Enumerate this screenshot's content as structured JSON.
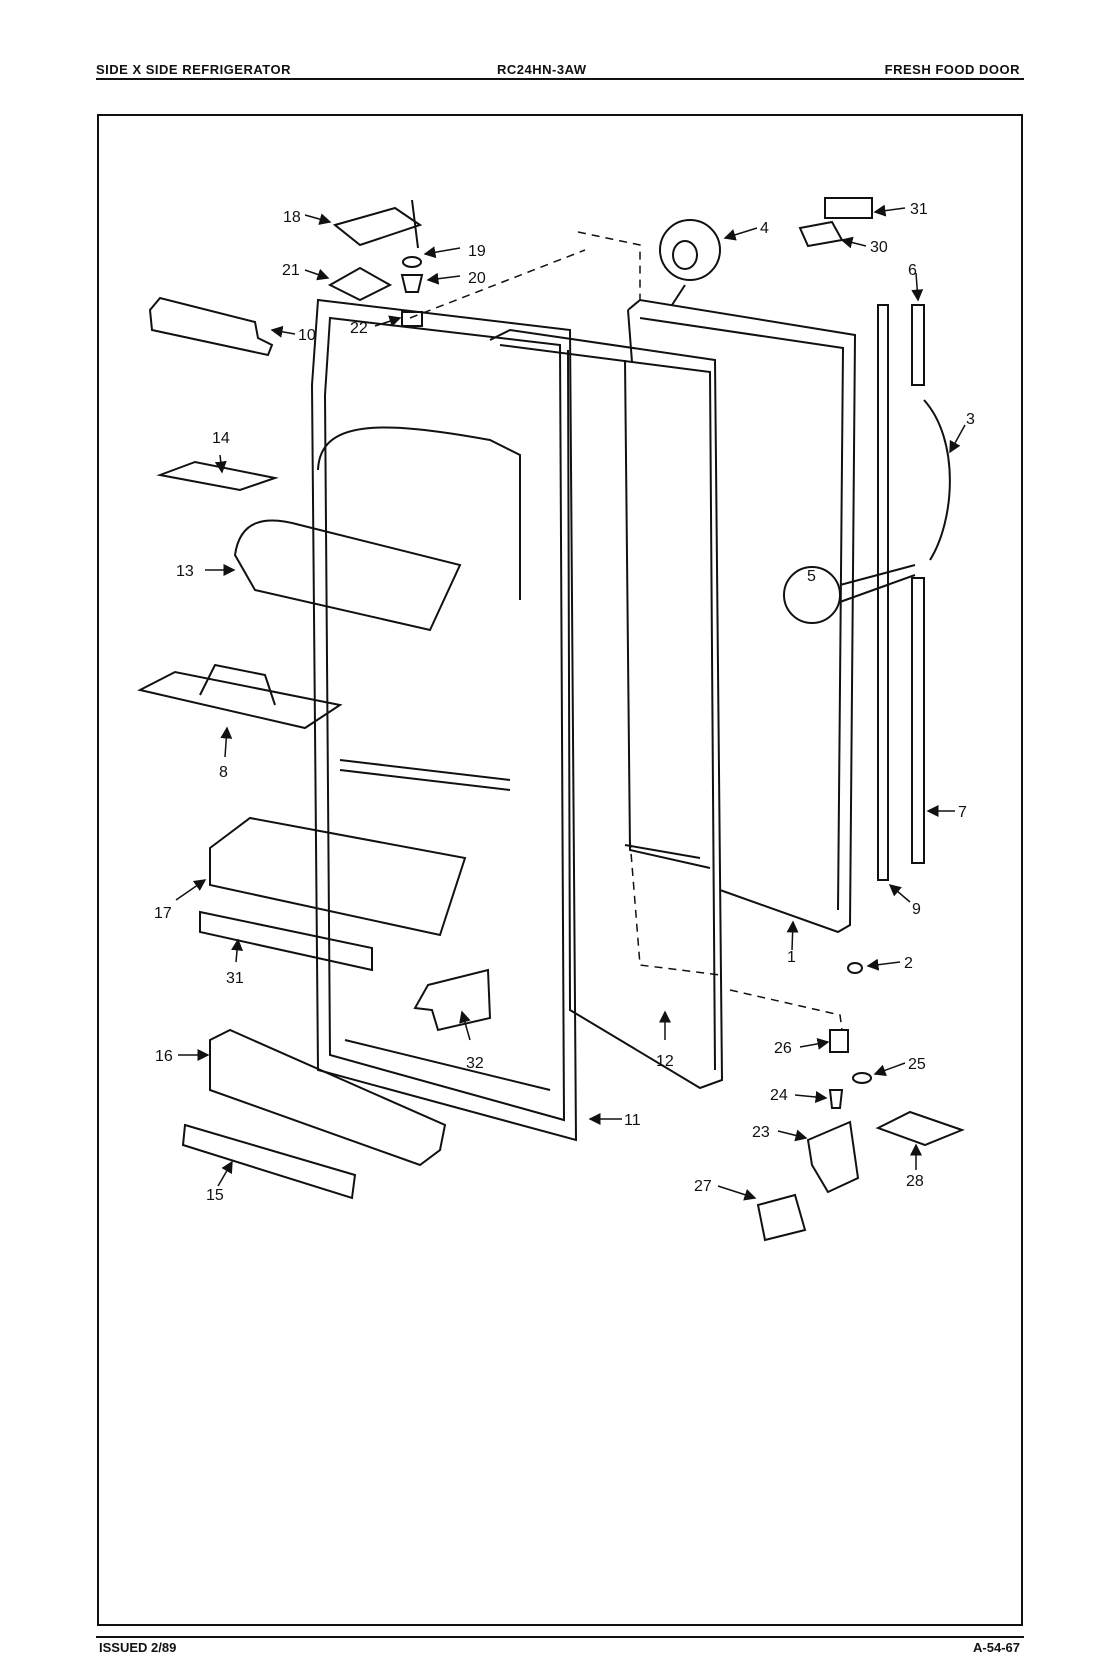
{
  "header": {
    "left": "SIDE X SIDE REFRIGERATOR",
    "center": "RC24HN-3AW",
    "right": "FRESH FOOD DOOR"
  },
  "footer": {
    "left": "ISSUED 2/89",
    "right": "A-54-67"
  },
  "callouts": [
    {
      "id": "18",
      "label": "18"
    },
    {
      "id": "19",
      "label": "19"
    },
    {
      "id": "20",
      "label": "20"
    },
    {
      "id": "21",
      "label": "21"
    },
    {
      "id": "22",
      "label": "22"
    },
    {
      "id": "10",
      "label": "10"
    },
    {
      "id": "4",
      "label": "4"
    },
    {
      "id": "31a",
      "label": "31"
    },
    {
      "id": "30",
      "label": "30"
    },
    {
      "id": "6",
      "label": "6"
    },
    {
      "id": "3",
      "label": "3"
    },
    {
      "id": "5",
      "label": "5"
    },
    {
      "id": "14",
      "label": "14"
    },
    {
      "id": "13",
      "label": "13"
    },
    {
      "id": "8",
      "label": "8"
    },
    {
      "id": "7",
      "label": "7"
    },
    {
      "id": "9",
      "label": "9"
    },
    {
      "id": "1",
      "label": "1"
    },
    {
      "id": "2",
      "label": "2"
    },
    {
      "id": "17",
      "label": "17"
    },
    {
      "id": "31b",
      "label": "31"
    },
    {
      "id": "32",
      "label": "32"
    },
    {
      "id": "12",
      "label": "12"
    },
    {
      "id": "26",
      "label": "26"
    },
    {
      "id": "25",
      "label": "25"
    },
    {
      "id": "24",
      "label": "24"
    },
    {
      "id": "16",
      "label": "16"
    },
    {
      "id": "11",
      "label": "11"
    },
    {
      "id": "23",
      "label": "23"
    },
    {
      "id": "28",
      "label": "28"
    },
    {
      "id": "27",
      "label": "27"
    },
    {
      "id": "15",
      "label": "15"
    }
  ]
}
